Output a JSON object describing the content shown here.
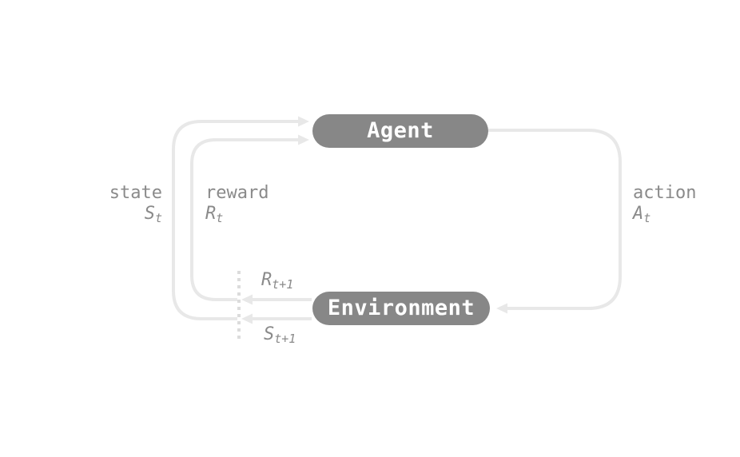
{
  "diagram": {
    "nodes": {
      "agent": {
        "label": "Agent"
      },
      "environment": {
        "label": "Environment"
      }
    },
    "labels": {
      "state": {
        "word": "state",
        "var": "S",
        "sub": "t"
      },
      "reward": {
        "word": "reward",
        "var": "R",
        "sub": "t"
      },
      "action": {
        "word": "action",
        "var": "A",
        "sub": "t"
      },
      "reward_next": {
        "var": "R",
        "sub": "t+1"
      },
      "state_next": {
        "var": "S",
        "sub": "t+1"
      }
    },
    "edges": [
      {
        "from": "environment",
        "to": "agent",
        "meaning": "state"
      },
      {
        "from": "environment",
        "to": "agent",
        "meaning": "reward"
      },
      {
        "from": "agent",
        "to": "environment",
        "meaning": "action"
      }
    ],
    "colors": {
      "background": "#ffffff",
      "node_fill": "#878787",
      "node_text": "#ffffff",
      "arrow": "#e8e8e8",
      "label_text": "#8a8a8a",
      "dashed_line": "#dcdcdc"
    }
  }
}
